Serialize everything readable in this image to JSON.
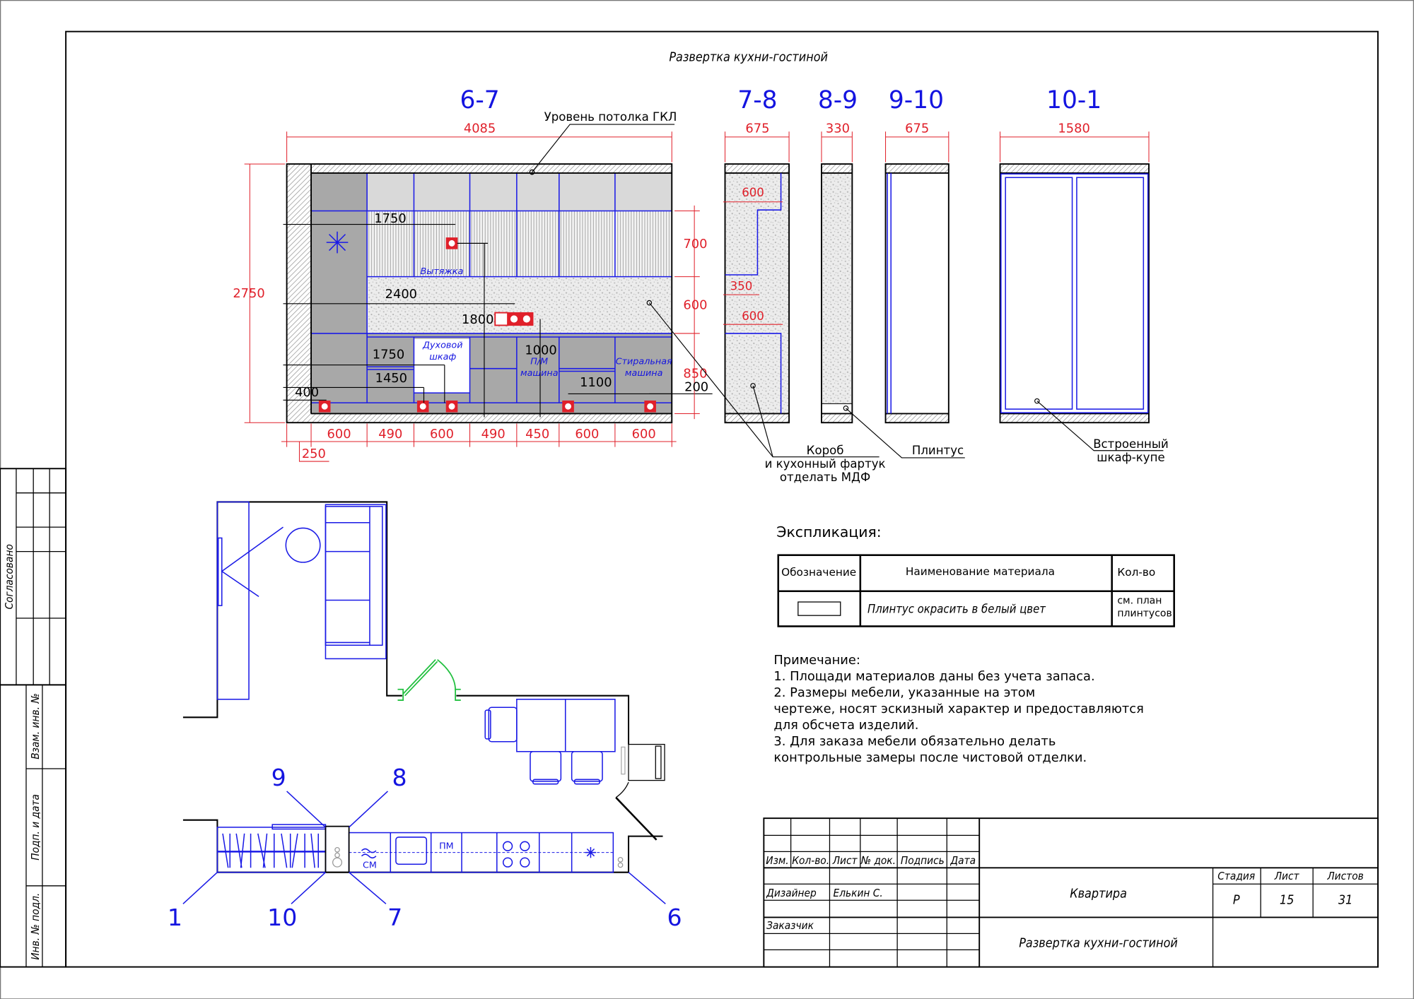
{
  "sheet_title": "Развертка кухни-гостиной",
  "elevations": [
    {
      "label": "6-7",
      "width": "4085"
    },
    {
      "label": "7-8",
      "width": "675"
    },
    {
      "label": "8-9",
      "width": "330"
    },
    {
      "label": "9-10",
      "width": "675"
    },
    {
      "label": "10-1",
      "width": "1580"
    }
  ],
  "elev67": {
    "height": "2750",
    "right_dims": [
      "700",
      "600",
      "850",
      "200"
    ],
    "bottom_dims": [
      "600",
      "490",
      "600",
      "490",
      "450",
      "600",
      "600"
    ],
    "offset_dim": "250",
    "black_dims": {
      "d1750a": "1750",
      "d2400": "2400",
      "d1800": "1800",
      "d1750b": "1750",
      "d1450": "1450",
      "d400": "400",
      "d1000": "1000",
      "d1100": "1100"
    },
    "labels": {
      "hood": "Вытяжка",
      "oven_1": "Духовой",
      "oven_2": "шкаф",
      "dw_1": "П/М",
      "dw_2": "машина",
      "wm_1": "Стиральная",
      "wm_2": "машина"
    },
    "ceiling_label": "Уровень потолка ГКЛ"
  },
  "elev78": {
    "dims": [
      "600",
      "350",
      "600"
    ]
  },
  "callouts": {
    "box_1": "Короб",
    "box_2": "и кухонный фартук",
    "box_3": "отделать МДФ",
    "plinth": "Плинтус",
    "wardrobe_1": "Встроенный",
    "wardrobe_2": "шкаф-купе"
  },
  "explication": {
    "title": "Экспликация:",
    "headers": [
      "Обозначение",
      "Наименование материала",
      "Кол-во"
    ],
    "rows": [
      {
        "name": "Плинтус окрасить в белый цвет",
        "qty_1": "см. план",
        "qty_2": "плинтусов"
      }
    ]
  },
  "notes": {
    "title": "Примечание:",
    "lines": [
      "1. Площади материалов даны без учета запаса.",
      "2. Размеры мебели, указанные на этом",
      "чертеже, носят эскизный характер и предоставляются",
      "для обсчета изделий.",
      "3. Для заказа мебели обязательно делать",
      "контрольные замеры после чистовой отделки."
    ]
  },
  "plan": {
    "markers": [
      "9",
      "8",
      "1",
      "10",
      "7",
      "6"
    ],
    "washer": "СМ",
    "dishwasher": "ПМ"
  },
  "title_block": {
    "headers": [
      "Изм.",
      "Кол-во.",
      "Лист",
      "№ док.",
      "Подпись",
      "Дата"
    ],
    "designer_role": "Дизайнер",
    "designer_name": "Елькин С.",
    "customer_role": "Заказчик",
    "project": "Квартира",
    "sheet_name": "Развертка кухни-гостиной",
    "stage_header": "Стадия",
    "sheet_header": "Лист",
    "sheets_header": "Листов",
    "stage": "Р",
    "sheet": "15",
    "sheets": "31"
  },
  "side_stamp": {
    "agreed": "Согласовано",
    "replaced_inv": "Взам. инв. №",
    "sign_date": "Подп. и дата",
    "orig_inv": "Инв. № подл."
  },
  "colors": {
    "dimension": "#e0202a",
    "furniture": "#1a1ae6",
    "door": "#22c040",
    "socket": "#e0202a"
  }
}
